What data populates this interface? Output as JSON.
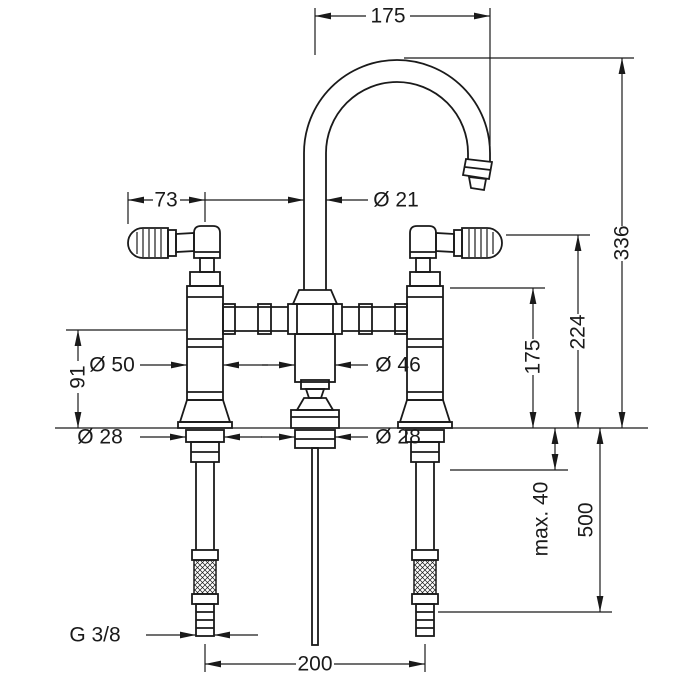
{
  "drawing": {
    "line_color": "#1a1a1a",
    "background_color": "#ffffff",
    "dimensions": {
      "spout_reach": "175",
      "handle_length": "73",
      "spout_pipe_diameter": "Ø 21",
      "overall_height": "336",
      "handle_top_height": "224",
      "spout_base_height": "175",
      "deck_to_bridge_height": "91",
      "valve_body_diameter": "Ø 50",
      "center_column_diameter": "Ø 46",
      "left_shank_diameter": "Ø 28",
      "center_shank_diameter": "Ø 28",
      "max_deck_thickness": "max. 40",
      "supply_hose_length": "500",
      "connection_thread": "G 3/8",
      "hole_spacing": "200"
    }
  }
}
